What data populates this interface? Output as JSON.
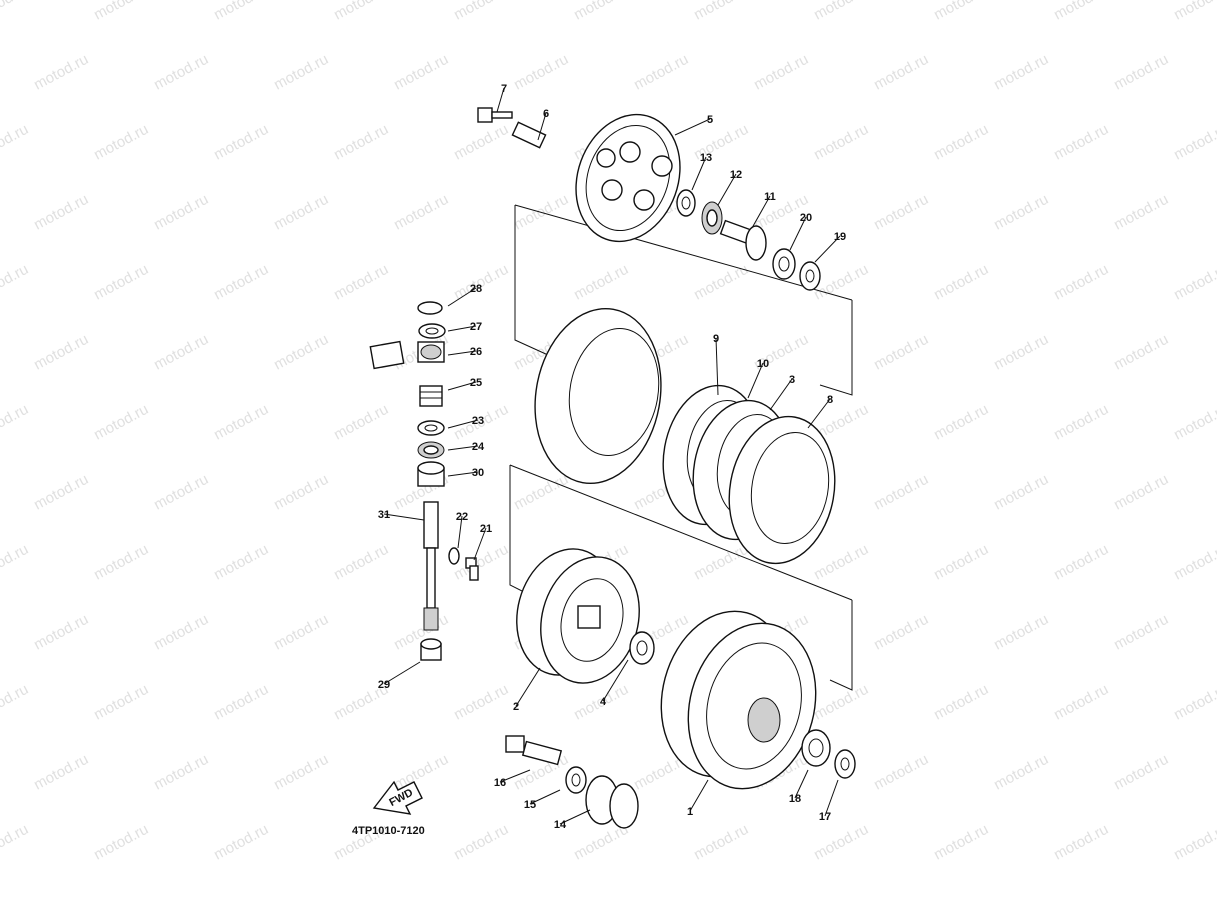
{
  "diagram": {
    "code": "4TP1010-7120",
    "direction_label": "FWD",
    "watermark": "motod.ru",
    "callouts": [
      "1",
      "2",
      "3",
      "4",
      "5",
      "6",
      "7",
      "8",
      "9",
      "10",
      "11",
      "12",
      "13",
      "14",
      "15",
      "16",
      "17",
      "18",
      "19",
      "20",
      "21",
      "22",
      "23",
      "24",
      "25",
      "26",
      "27",
      "28",
      "29",
      "30",
      "31"
    ]
  }
}
